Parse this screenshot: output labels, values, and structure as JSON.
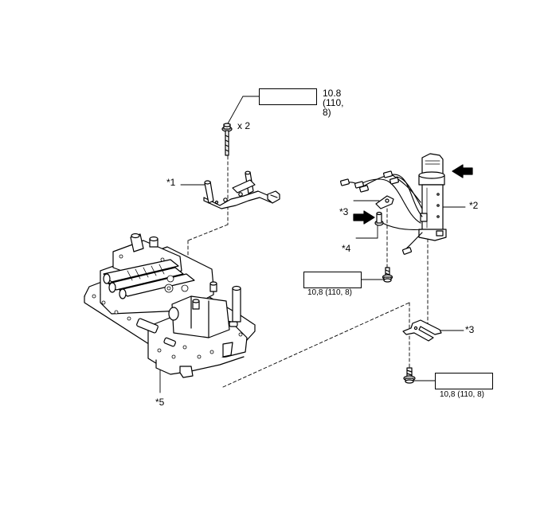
{
  "callouts": {
    "c1": "*1",
    "c2": "*2",
    "c3a": "*3",
    "c3b": "*3",
    "c4": "*4",
    "c5": "*5"
  },
  "quantity": "x 2",
  "torque_top": {
    "line1": "10.8",
    "line2": "(110,",
    "line3": "8)"
  },
  "torque_mid": "10,8 (110, 8)",
  "torque_bottom": "10,8 (110, 8)"
}
